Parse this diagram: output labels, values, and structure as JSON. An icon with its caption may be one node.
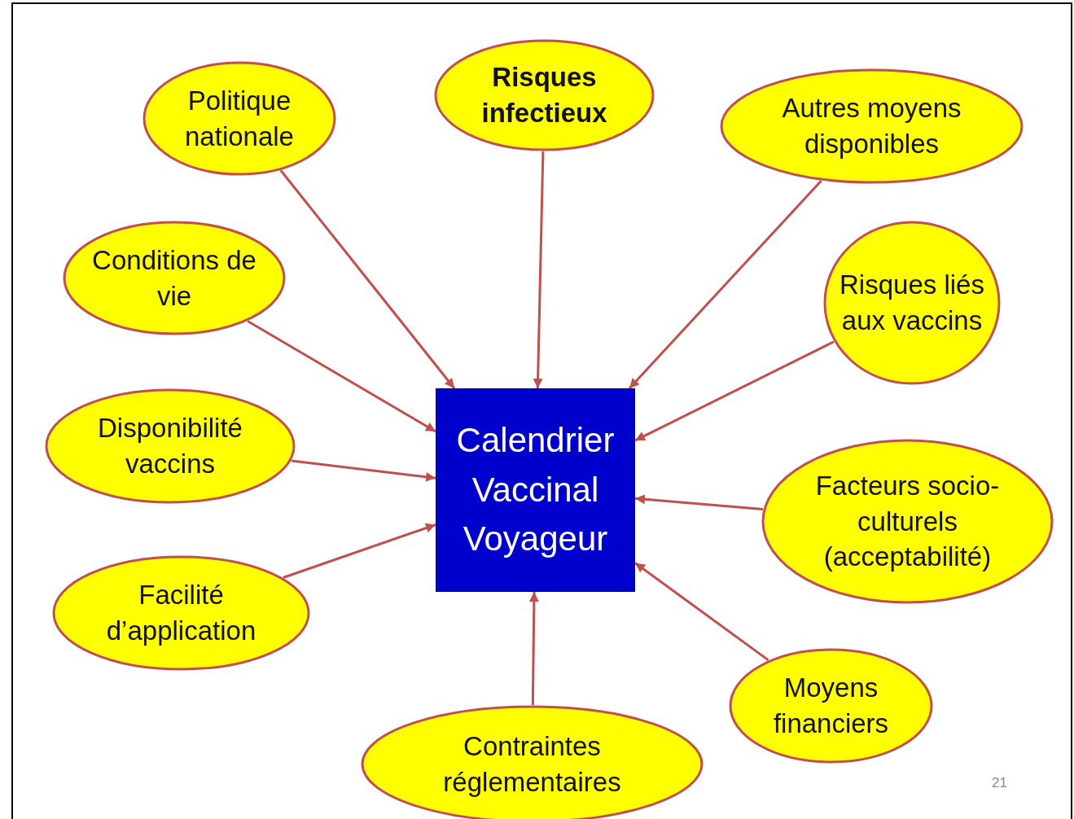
{
  "diagram": {
    "nodes": [
      {
        "text": [
          "Calendrier Vaccinal Voyageur"
        ]
      },
      {
        "text": [
          "Politique nationale"
        ]
      },
      {
        "text": [
          "Risques infectieux"
        ]
      },
      {
        "text": [
          "Autres moyens disponibles"
        ]
      },
      {
        "text": [
          "Conditions de vie"
        ]
      },
      {
        "text": [
          "Risques liés aux vaccins"
        ]
      },
      {
        "text": [
          "Disponibilité vaccins"
        ]
      },
      {
        "text": [
          "Facteurs socio-culturels (acceptabilité)"
        ]
      },
      {
        "text": [
          "Facilité d’application"
        ]
      },
      {
        "text": [
          "Moyens financiers"
        ]
      },
      {
        "text": [
          "Contraintes réglementaires"
        ]
      }
    ],
    "edges": [
      {
        "from": 1,
        "to": 0,
        "arrow": "to"
      },
      {
        "from": 2,
        "to": 0,
        "arrow": "to"
      },
      {
        "from": 3,
        "to": 0,
        "arrow": "to"
      },
      {
        "from": 4,
        "to": 0,
        "arrow": "to"
      },
      {
        "from": 5,
        "to": 0,
        "arrow": "to"
      },
      {
        "from": 6,
        "to": 0,
        "arrow": "to"
      },
      {
        "from": 7,
        "to": 0,
        "arrow": "to"
      },
      {
        "from": 8,
        "to": 0,
        "arrow": "to"
      },
      {
        "from": 9,
        "to": 0,
        "arrow": "to"
      },
      {
        "from": 10,
        "to": 0,
        "arrow": "to"
      }
    ],
    "labels": [
      "21"
    ]
  }
}
